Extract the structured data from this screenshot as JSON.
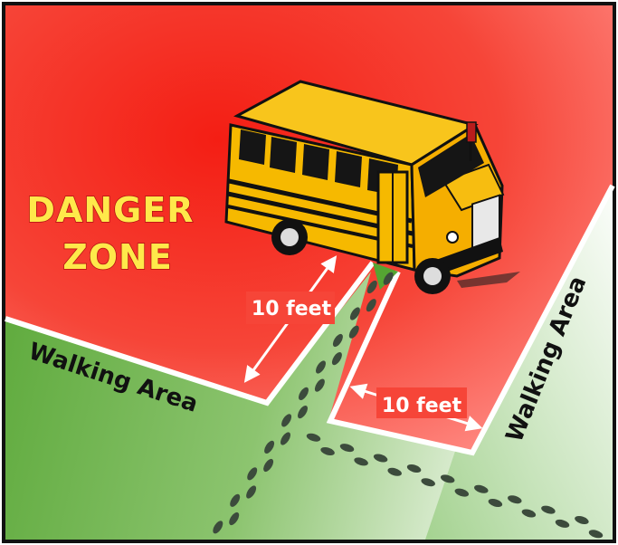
{
  "labels": {
    "danger_line1": "DANGER",
    "danger_line2": "ZONE",
    "walking_left": "Walking Area",
    "walking_right": "Walking Area",
    "dist_1": "10 feet",
    "dist_2": "10 feet"
  },
  "colors": {
    "danger_red": "#f41e14",
    "danger_light": "#ff8d86",
    "walk_green": "#55a532",
    "walk_light": "#f1f7ee",
    "bus_yellow": "#f6b900",
    "footprints": "#3c4b3c"
  }
}
